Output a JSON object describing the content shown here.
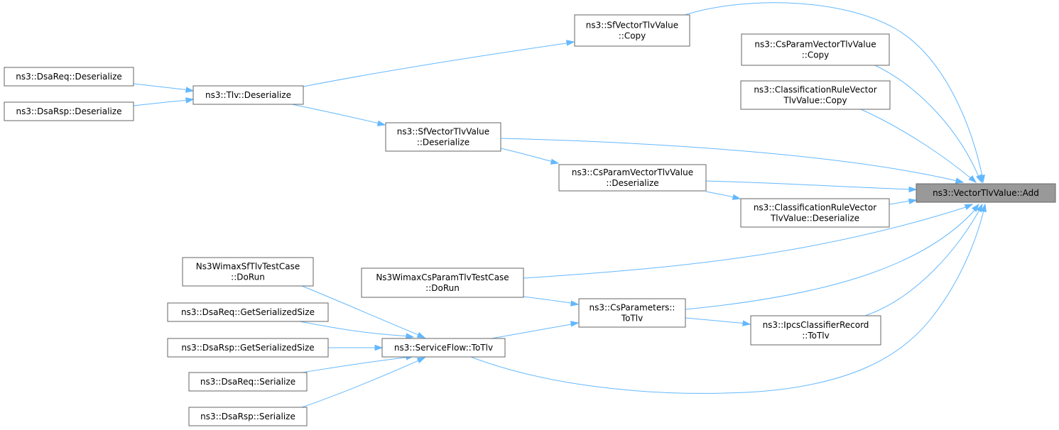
{
  "diagram": {
    "colors": {
      "edge": "#63b8ff",
      "node_border": "#666666",
      "node_fill": "#ffffff",
      "focus_fill": "#999999",
      "text": "#000000"
    },
    "nodes": [
      {
        "id": "add",
        "label": [
          "ns3::VectorTlvValue::Add"
        ],
        "focus": true
      },
      {
        "id": "sf_copy",
        "label": [
          "ns3::SfVectorTlvValue",
          "::Copy"
        ]
      },
      {
        "id": "csp_copy",
        "label": [
          "ns3::CsParamVectorTlvValue",
          "::Copy"
        ]
      },
      {
        "id": "crv_copy",
        "label": [
          "ns3::ClassificationRuleVector",
          "TlvValue::Copy"
        ]
      },
      {
        "id": "dsareq_deser",
        "label": [
          "ns3::DsaReq::Deserialize"
        ]
      },
      {
        "id": "dsarsp_deser",
        "label": [
          "ns3::DsaRsp::Deserialize"
        ]
      },
      {
        "id": "tlv_deser",
        "label": [
          "ns3::Tlv::Deserialize"
        ]
      },
      {
        "id": "sf_deser",
        "label": [
          "ns3::SfVectorTlvValue",
          "::Deserialize"
        ]
      },
      {
        "id": "csp_deser",
        "label": [
          "ns3::CsParamVectorTlvValue",
          "::Deserialize"
        ]
      },
      {
        "id": "crv_deser",
        "label": [
          "ns3::ClassificationRuleVector",
          "TlvValue::Deserialize"
        ]
      },
      {
        "id": "sftest",
        "label": [
          "Ns3WimaxSfTlvTestCase",
          "::DoRun"
        ]
      },
      {
        "id": "csptest",
        "label": [
          "Ns3WimaxCsParamTlvTestCase",
          "::DoRun"
        ]
      },
      {
        "id": "csparams_totlv",
        "label": [
          "ns3::CsParameters::",
          "ToTlv"
        ]
      },
      {
        "id": "ipcs_totlv",
        "label": [
          "ns3::IpcsClassifierRecord",
          "::ToTlv"
        ]
      },
      {
        "id": "dsareq_gss",
        "label": [
          "ns3::DsaReq::GetSerializedSize"
        ]
      },
      {
        "id": "dsarsp_gss",
        "label": [
          "ns3::DsaRsp::GetSerializedSize"
        ]
      },
      {
        "id": "sflow_totlv",
        "label": [
          "ns3::ServiceFlow::ToTlv"
        ]
      },
      {
        "id": "dsareq_ser",
        "label": [
          "ns3::DsaReq::Serialize"
        ]
      },
      {
        "id": "dsarsp_ser",
        "label": [
          "ns3::DsaRsp::Serialize"
        ]
      }
    ],
    "edges": [
      {
        "from": "sf_copy",
        "to": "add"
      },
      {
        "from": "csp_copy",
        "to": "add"
      },
      {
        "from": "crv_copy",
        "to": "add"
      },
      {
        "from": "sf_deser",
        "to": "add"
      },
      {
        "from": "csp_deser",
        "to": "add"
      },
      {
        "from": "crv_deser",
        "to": "add"
      },
      {
        "from": "csptest",
        "to": "add"
      },
      {
        "from": "csparams_totlv",
        "to": "add"
      },
      {
        "from": "ipcs_totlv",
        "to": "add"
      },
      {
        "from": "sflow_totlv",
        "to": "add"
      },
      {
        "from": "tlv_deser",
        "to": "sf_copy"
      },
      {
        "from": "dsareq_deser",
        "to": "tlv_deser"
      },
      {
        "from": "dsarsp_deser",
        "to": "tlv_deser"
      },
      {
        "from": "tlv_deser",
        "to": "sf_deser"
      },
      {
        "from": "sf_deser",
        "to": "csp_deser"
      },
      {
        "from": "csp_deser",
        "to": "crv_deser"
      },
      {
        "from": "csptest",
        "to": "csparams_totlv"
      },
      {
        "from": "sflow_totlv",
        "to": "csparams_totlv"
      },
      {
        "from": "csparams_totlv",
        "to": "ipcs_totlv"
      },
      {
        "from": "sftest",
        "to": "sflow_totlv"
      },
      {
        "from": "dsareq_gss",
        "to": "sflow_totlv"
      },
      {
        "from": "dsarsp_gss",
        "to": "sflow_totlv"
      },
      {
        "from": "dsareq_ser",
        "to": "sflow_totlv"
      },
      {
        "from": "dsarsp_ser",
        "to": "sflow_totlv"
      }
    ]
  }
}
